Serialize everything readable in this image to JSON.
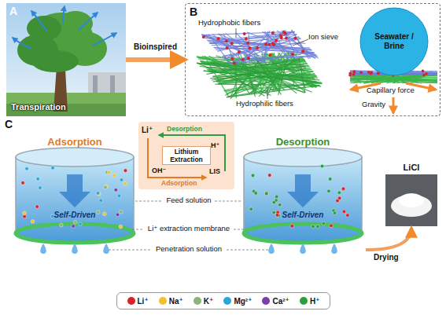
{
  "diagram": {
    "nodes": [
      {
        "text": [
          "A",
          "Transpiration"
        ]
      },
      {
        "text": [
          "B"
        ]
      },
      {
        "text": [
          "Seawater / Brine"
        ],
        "in": 1
      },
      {
        "text": [
          "Lithium Extraction"
        ]
      },
      {
        "text": [
          "Adsorption",
          "Self-Driven"
        ]
      },
      {
        "text": [
          "Desorption",
          "Self-Driven"
        ]
      },
      {
        "text": [
          "LiCl"
        ]
      }
    ],
    "edges": [
      {
        "from": 0,
        "to": 1,
        "arrow": "to",
        "label": "Bioinspired"
      },
      {
        "from": 5,
        "to": 6,
        "arrow": "to",
        "label": "Drying"
      }
    ],
    "labels": [
      "Hydrophobic fibers",
      "Ion sieve",
      "Hydrophilic fibers",
      "Capillary force",
      "Gravity",
      "C",
      "Li⁺",
      "Desorption",
      "H⁺",
      "OH⁻",
      "LIS",
      "Adsorption",
      "Feed solution",
      "Li⁺ extraction membrane",
      "Penetration solution"
    ],
    "legend": [
      {
        "text": "Li⁺",
        "color": "#d8232a"
      },
      {
        "text": "Na⁺",
        "color": "#f2c12e"
      },
      {
        "text": "K⁺",
        "color": "#8db27a"
      },
      {
        "text": "Mg²⁺",
        "color": "#29a6dc"
      },
      {
        "text": "Ca²⁺",
        "color": "#7a3fa8"
      },
      {
        "text": "H⁺",
        "color": "#2e9e44"
      }
    ]
  }
}
